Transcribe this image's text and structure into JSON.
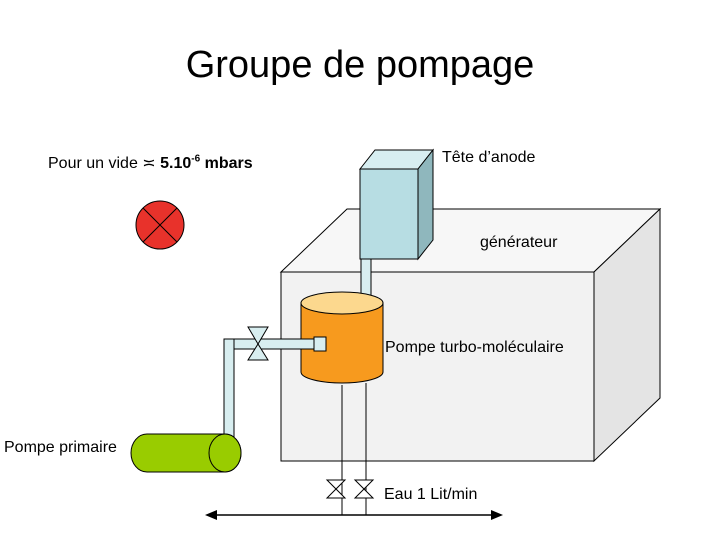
{
  "title": "Groupe de pompage",
  "labels": {
    "vacuum_prefix": "Pour un vide",
    "vacuum_symbol": "≍",
    "vacuum_value": "5.10",
    "vacuum_exponent": "-6",
    "vacuum_unit": "mbars",
    "anode_head": "Tête d’anode",
    "generator": "générateur",
    "turbo_pump": "Pompe turbo-moléculaire",
    "primary_pump": "Pompe primaire",
    "water": "Eau 1 Lit/min"
  },
  "colors": {
    "status_indicator": "#e8322b",
    "turbo_pump": "#f79a1e",
    "primary_pump": "#99cc00",
    "anode_head": "#b7dde3",
    "pipe": "#d8eef0",
    "generator_box": "#f2f2f2"
  },
  "icons": [
    "red-x-status-icon",
    "valve-icon",
    "double-arrow-icon"
  ]
}
